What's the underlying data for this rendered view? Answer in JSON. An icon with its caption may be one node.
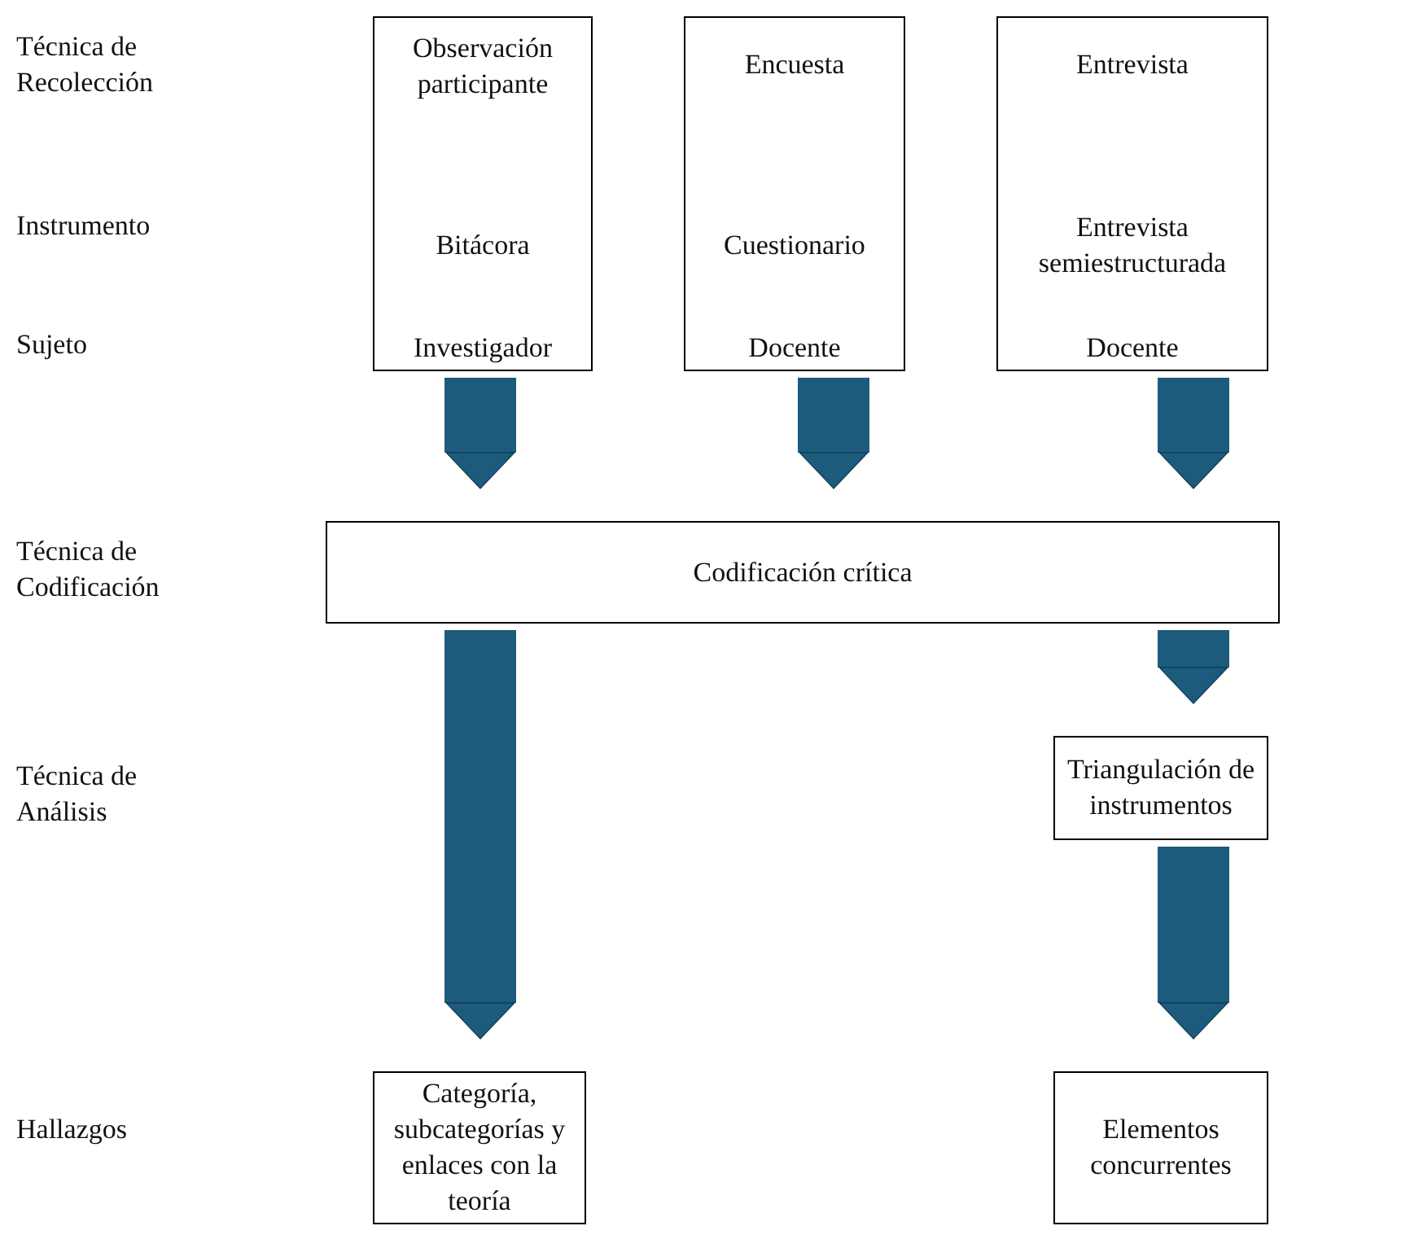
{
  "diagram": {
    "nodes": [
      {
        "text": [
          "Observación participante",
          "Bitácora",
          "Investigador"
        ]
      },
      {
        "text": [
          "Encuesta",
          "Cuestionario",
          "Docente"
        ]
      },
      {
        "text": [
          "Entrevista",
          "Entrevista semiestructurada",
          "Docente"
        ]
      },
      {
        "text": [
          "Codificación crítica"
        ]
      },
      {
        "text": [
          "Triangulación de instrumentos"
        ]
      },
      {
        "text": [
          "Categoría, subcategorías y enlaces con la teoría"
        ]
      },
      {
        "text": [
          "Elementos concurrentes"
        ]
      }
    ],
    "edges": [
      {
        "from": 0,
        "to": 3,
        "arrow": "to"
      },
      {
        "from": 1,
        "to": 3,
        "arrow": "to"
      },
      {
        "from": 2,
        "to": 3,
        "arrow": "to"
      },
      {
        "from": 3,
        "to": 5,
        "arrow": "to"
      },
      {
        "from": 3,
        "to": 4,
        "arrow": "to"
      },
      {
        "from": 4,
        "to": 6,
        "arrow": "to"
      }
    ],
    "labels": [
      "Técnica de Recolección",
      "Instrumento",
      "Sujeto",
      "Técnica de Codificación",
      "Técnica de Análisis",
      "Hallazgos"
    ]
  }
}
